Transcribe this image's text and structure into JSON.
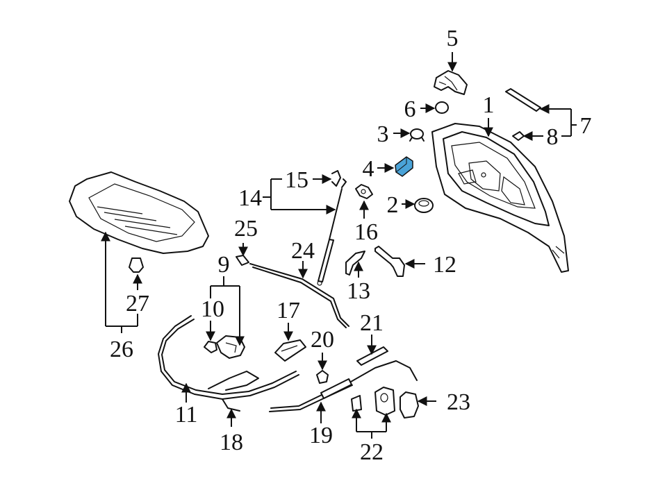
{
  "highlight_color": "#4aa3d8",
  "labels": {
    "l1": "1",
    "l2": "2",
    "l3": "3",
    "l4": "4",
    "l5": "5",
    "l6": "6",
    "l7": "7",
    "l8": "8",
    "l9": "9",
    "l10": "10",
    "l11": "11",
    "l12": "12",
    "l13": "13",
    "l14": "14",
    "l15": "15",
    "l16": "16",
    "l17": "17",
    "l18": "18",
    "l19": "19",
    "l20": "20",
    "l21": "21",
    "l22": "22",
    "l23": "23",
    "l24": "24",
    "l25": "25",
    "l26": "26",
    "l27": "27"
  }
}
